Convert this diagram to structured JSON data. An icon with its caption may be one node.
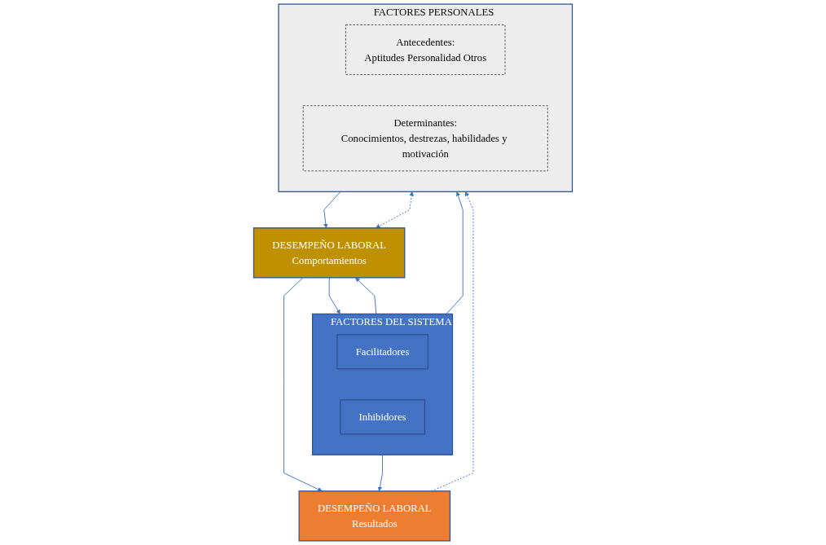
{
  "diagram": {
    "nodes": [
      {
        "text": [
          "FACTORES DEL SISTEMA"
        ]
      },
      {
        "text": [
          "Facilitadores"
        ],
        "in": 0
      },
      {
        "text": [
          "Inhibidores"
        ],
        "in": 0
      },
      {
        "text": [
          "DESEMPEÑO LABORAL",
          "Resultados"
        ]
      },
      {
        "text": [
          "DESEMPEÑO LABORAL",
          "Comportamientos"
        ]
      },
      {
        "text": [
          "FACTORES PERSONALES"
        ]
      },
      {
        "text": [
          "Antecedentes:",
          "Aptitudes Personalidad Otros"
        ],
        "in": 5
      },
      {
        "text": [
          "Determinantes:",
          "Conocimientos, destrezas, habilidades y motivación"
        ],
        "in": 5
      }
    ],
    "edges": [
      {
        "from": 0,
        "to": 3,
        "arrow": "to"
      },
      {
        "from": 0,
        "to": 4,
        "arrow": "to"
      },
      {
        "from": 4,
        "to": 0,
        "arrow": "to"
      },
      {
        "from": 0,
        "to": 5,
        "arrow": "to"
      },
      {
        "from": 5,
        "to": 4,
        "arrow": "to"
      },
      {
        "from": 4,
        "to": 5,
        "arrow": "both",
        "style": "dashed"
      },
      {
        "from": 4,
        "to": 3,
        "arrow": "to"
      },
      {
        "from": 3,
        "to": 5,
        "arrow": "to",
        "style": "dashed"
      }
    ]
  }
}
